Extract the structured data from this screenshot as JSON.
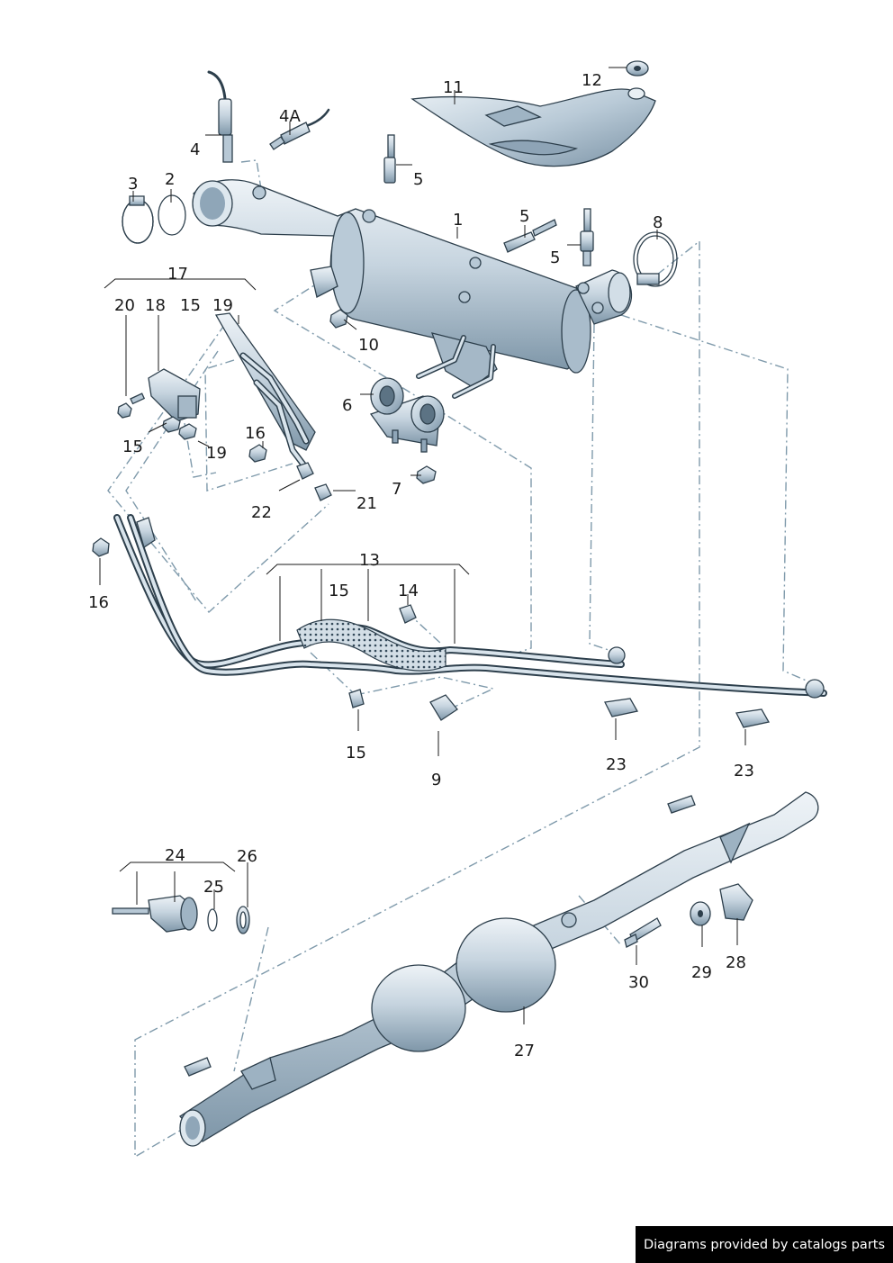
{
  "credit": "Diagrams provided by catalogs parts",
  "callouts": {
    "c1": "1",
    "c2": "2",
    "c3": "3",
    "c4": "4",
    "c4a": "4A",
    "c5a": "5",
    "c5b": "5",
    "c5c": "5",
    "c6": "6",
    "c7": "7",
    "c8": "8",
    "c9": "9",
    "c10": "10",
    "c11": "11",
    "c12": "12",
    "c13": "13",
    "c14": "14",
    "c15a": "15",
    "c15b": "15",
    "c15c": "15",
    "c15d": "15",
    "c16a": "16",
    "c16b": "16",
    "c17": "17",
    "c18": "18",
    "c19a": "19",
    "c19b": "19",
    "c20": "20",
    "c21": "21",
    "c22": "22",
    "c23a": "23",
    "c23b": "23",
    "c24": "24",
    "c25": "25",
    "c26": "26",
    "c27": "27",
    "c28": "28",
    "c29": "29",
    "c30": "30"
  },
  "colors": {
    "part_fill": "#c9d7e2",
    "part_shadow": "#8fa6b8",
    "outline": "#2d3f4c",
    "leader_dash": "#7f9aab"
  }
}
